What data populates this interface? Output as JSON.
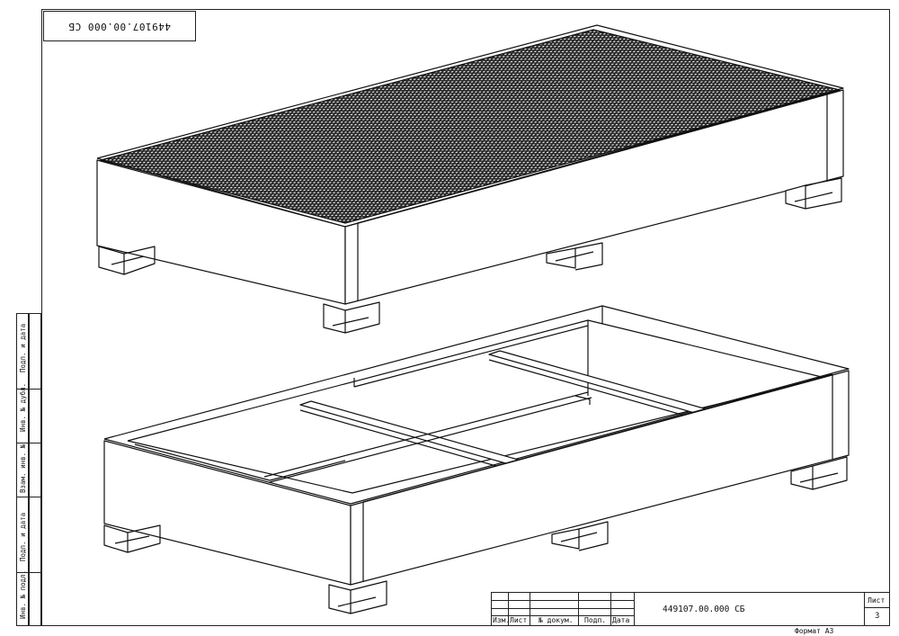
{
  "doc_code": "449107.00.000 СБ",
  "doc_code_rotated": "449107.00.000 СБ",
  "title_block": {
    "headers": {
      "change": "Изм.",
      "sheet": "Лист",
      "doc_number": "№ докум.",
      "signature": "Подп.",
      "date": "Дата"
    },
    "designation": "449107.00.000 СБ",
    "sheet_label": "Лист",
    "sheet_number": "3"
  },
  "format_label": "Формат  А3",
  "side_stamp": {
    "labels": [
      "Подп. и дата",
      "Инв. № дубл.",
      "Взам. инв. №",
      "Подп. и дата",
      "Инв. № подл."
    ]
  }
}
